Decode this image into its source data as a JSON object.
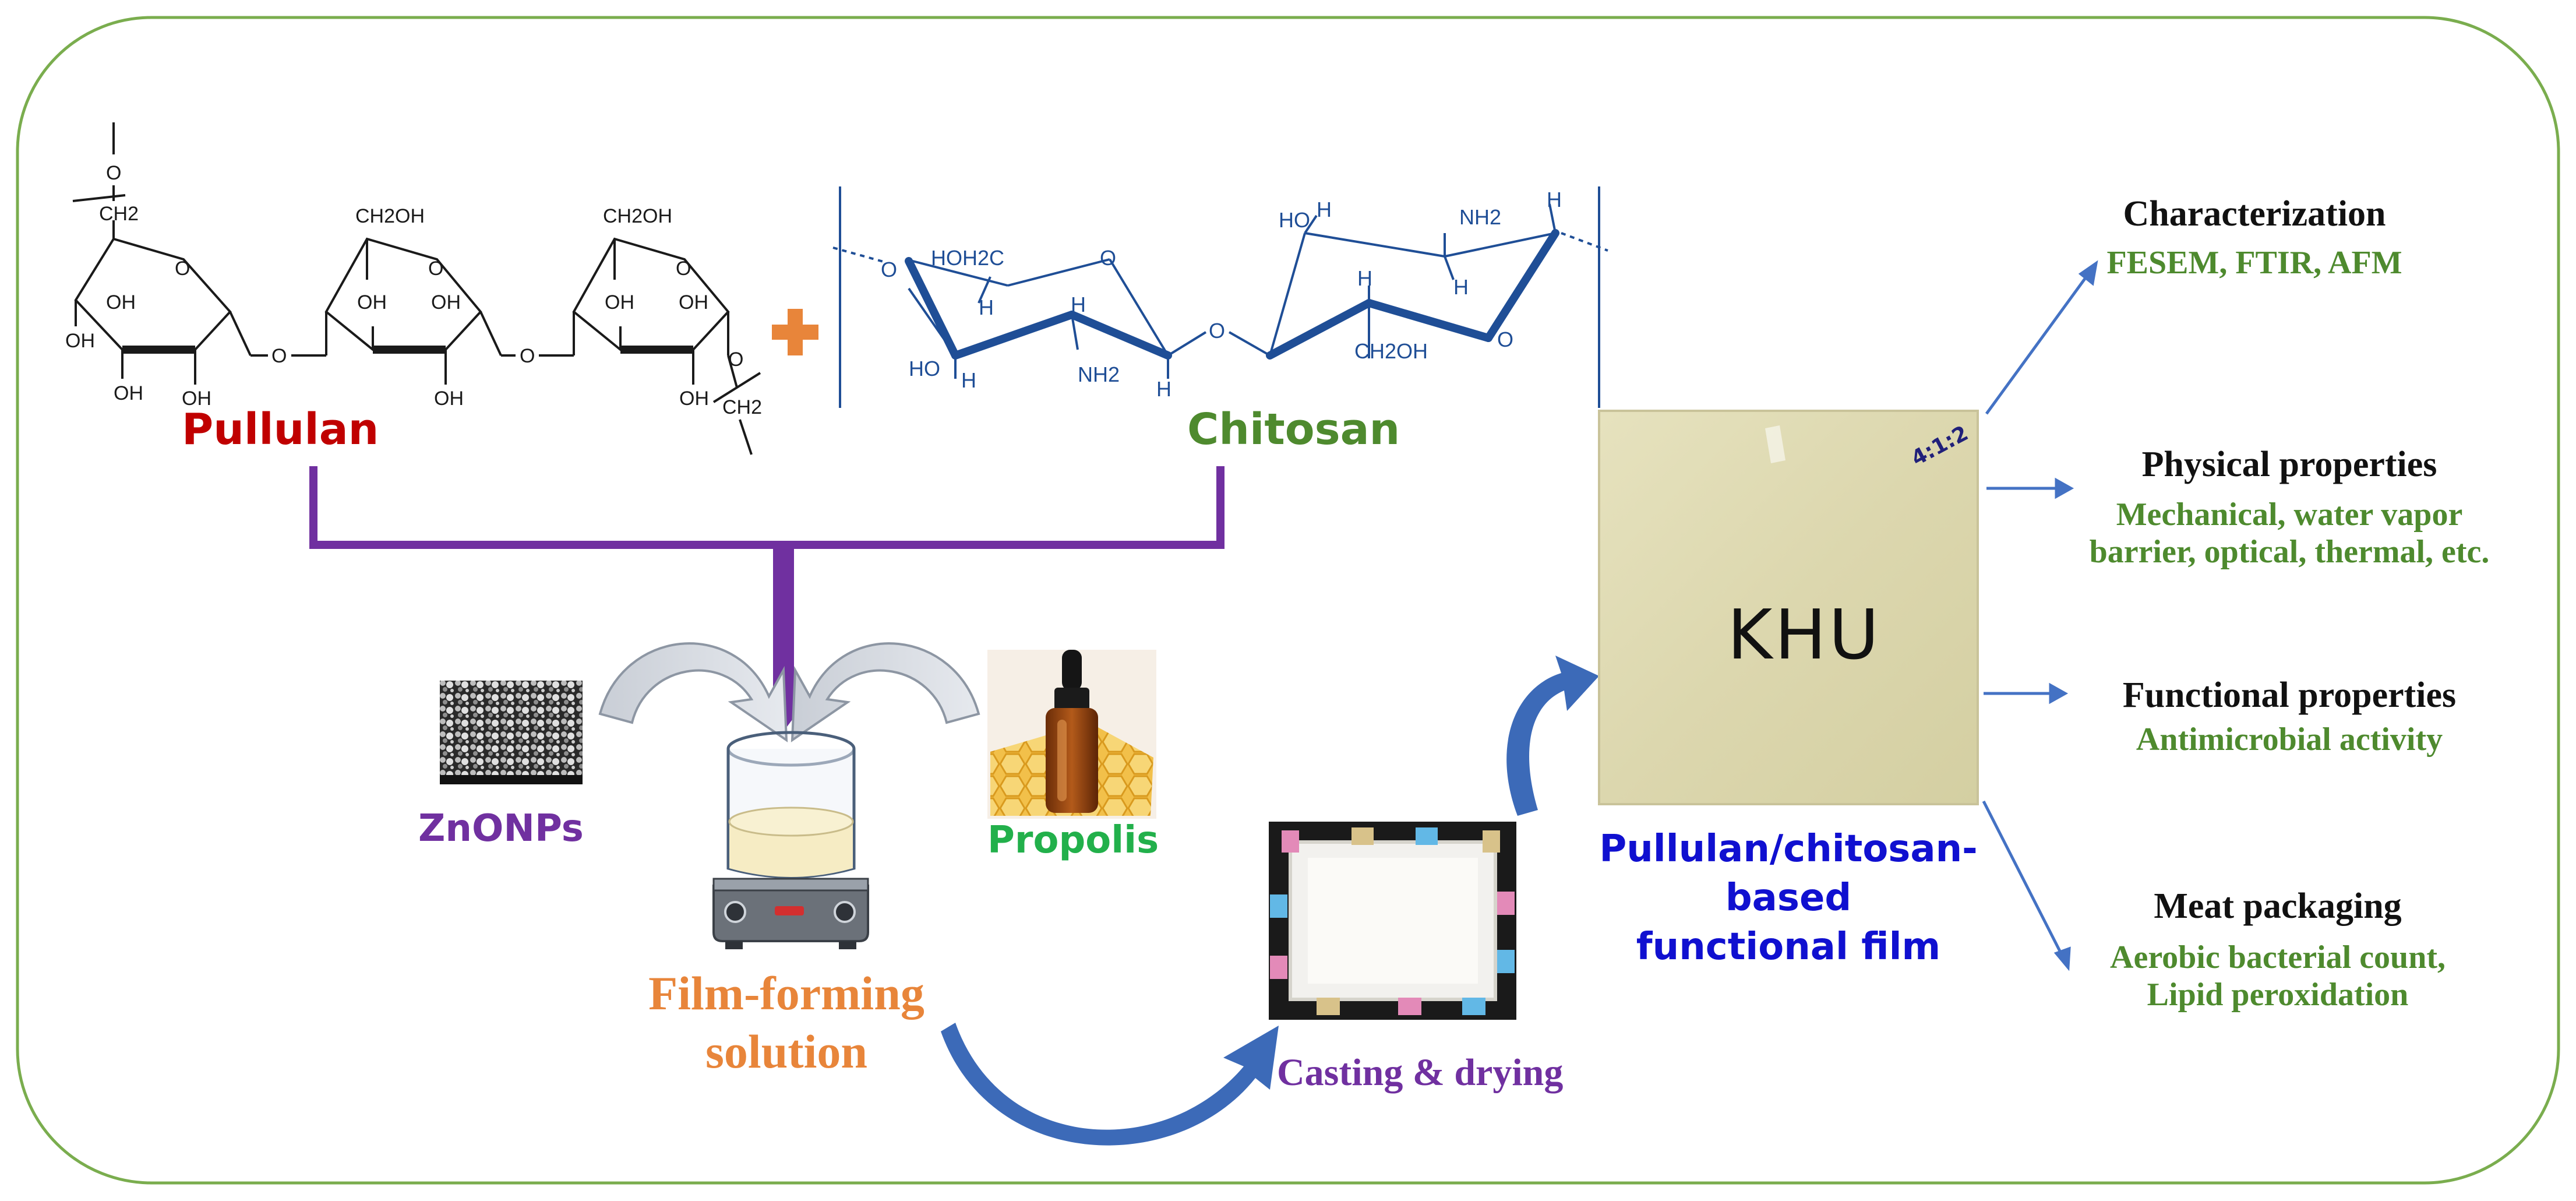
{
  "colors": {
    "frame": "#7aad4e",
    "pullulan": "#c00000",
    "chitosan": "#4e8a2e",
    "purple": "#7030a0",
    "orange": "#e8853a",
    "propolis": "#22b04b",
    "blue_text": "#1010d0",
    "arrow_blue": "#4472c4",
    "green_text": "#4e8a2e",
    "black": "#111111"
  },
  "inputs": {
    "pullulan": "Pullulan",
    "chitosan": "Chitosan",
    "zinc": "ZnONPs",
    "propolis": "Propolis"
  },
  "process": {
    "solution": [
      "Film-forming",
      "solution"
    ],
    "casting": "Casting & drying",
    "film_label": [
      "Pullulan/chitosan-",
      "based",
      "functional film"
    ],
    "film_text": "KHU",
    "film_tag": "4:1:2"
  },
  "outputs": [
    {
      "title": "Characterization",
      "detail": [
        "FESEM, FTIR, AFM"
      ]
    },
    {
      "title": "Physical properties",
      "detail": [
        "Mechanical, water vapor",
        "barrier, optical, thermal, etc."
      ]
    },
    {
      "title": "Functional properties",
      "detail": [
        "Antimicrobial activity"
      ]
    },
    {
      "title": "Meat packaging",
      "detail": [
        "Aerobic bacterial count,",
        "Lipid peroxidation"
      ]
    }
  ],
  "chem_labels": {
    "oh": "OH",
    "ch2": "CH2",
    "ch2oh": "CH2OH",
    "o": "O",
    "h": "H",
    "ho": "HO",
    "nh2": "NH2",
    "hoh2c": "HOH2C"
  }
}
